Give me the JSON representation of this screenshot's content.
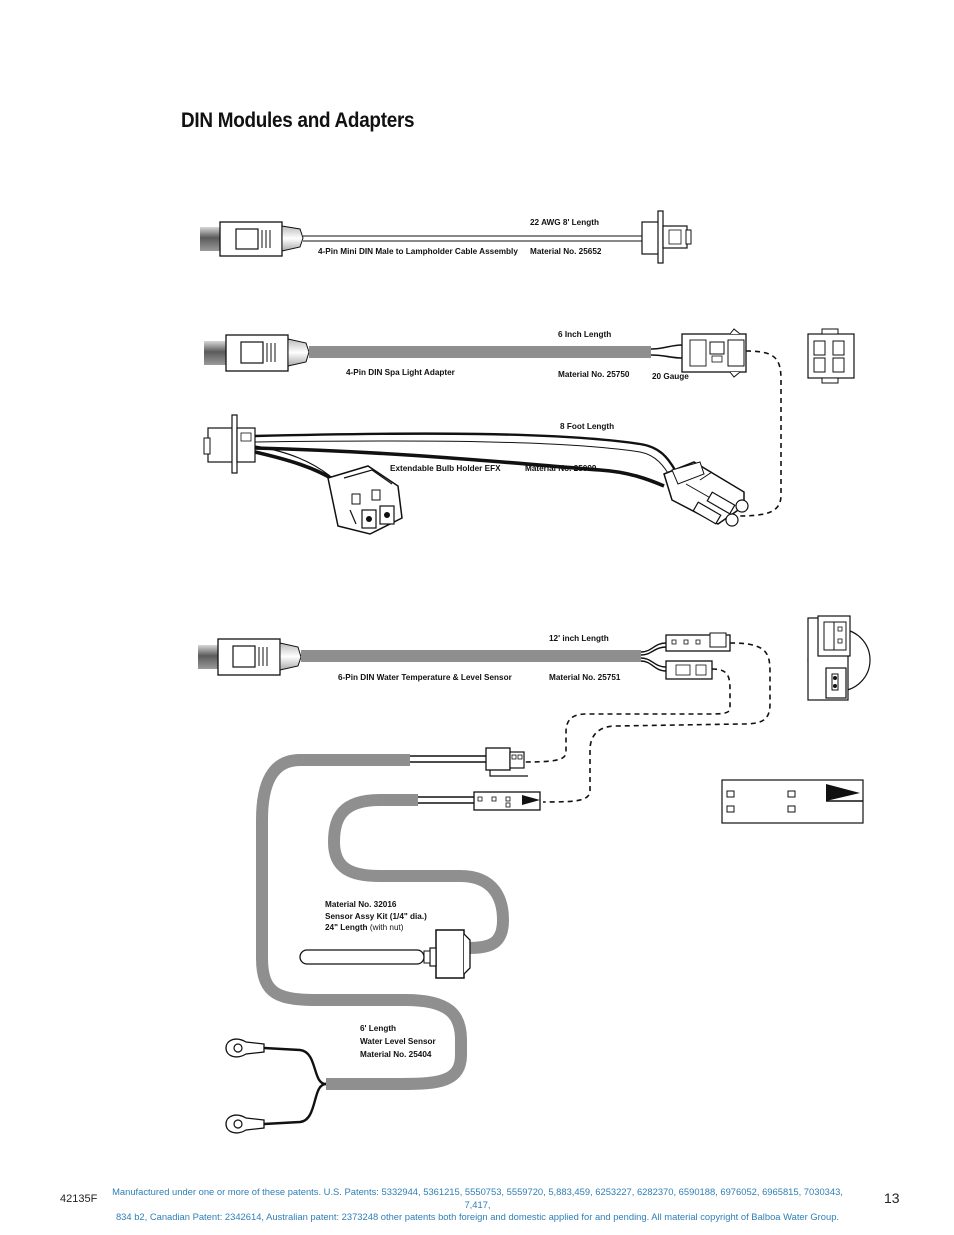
{
  "title": "DIN Modules and Adapters",
  "lamp_cable": {
    "length": "22 AWG 8' Length",
    "name": "4-Pin Mini DIN Male to Lampholder Cable Assembly",
    "material": "Material No. 25652"
  },
  "spa_light": {
    "length": "6 Inch Length",
    "name": "4-Pin DIN Spa Light Adapter",
    "material": "Material No. 25750",
    "gauge": "20 Gauge"
  },
  "bulb_holder": {
    "length": "8 Foot Length",
    "name": "Extendable Bulb Holder EFX",
    "material": "Material No. 25099"
  },
  "temp_level_sensor": {
    "length": "12' inch Length",
    "name": "6-Pin DIN Water Temperature & Level Sensor",
    "material": "Material No. 25751"
  },
  "sensor_kit": {
    "material": "Material No. 32016",
    "name": "Sensor Assy Kit (1/4\" dia.)",
    "length": "24\" Length",
    "note": "(with nut)"
  },
  "water_level": {
    "length": "6' Length",
    "name": "Water Level  Sensor",
    "material": "Material No. 25404"
  },
  "footer": {
    "doc_code": "42135F",
    "patents_line1": "Manufactured under one or more of these patents. U.S. Patents: 5332944, 5361215, 5550753, 5559720, 5,883,459, 6253227, 6282370, 6590188, 6976052, 6965815, 7030343, 7,417,",
    "patents_line2": "834 b2, Canadian Patent: 2342614, Australian patent: 2373248 other patents both foreign and domestic applied for and pending.  All material copyright of Balboa Water Group.",
    "page_number": "13"
  },
  "colors": {
    "cable_gray": "#8f8f8f",
    "patent_blue": "#2f7fb6"
  }
}
